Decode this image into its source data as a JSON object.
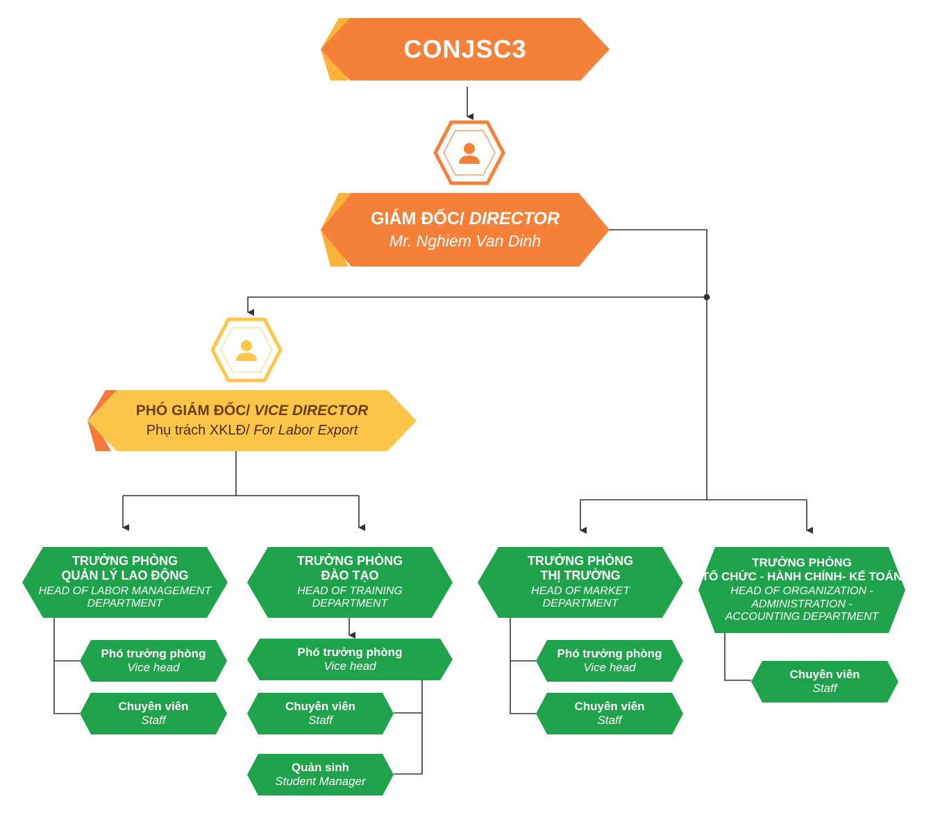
{
  "company": {
    "name": "CONJSC3"
  },
  "colors": {
    "orange": "#f58138",
    "orange_dark": "#e8661f",
    "orange_accent": "#fbb33c",
    "yellow": "#fcc64a",
    "yellow_accent": "#f37a3a",
    "green": "#1ea24a",
    "line": "#333333"
  },
  "director": {
    "icon": "user-icon",
    "title_vi": "GIÁM ĐỐC/",
    "title_en": "DIRECTOR",
    "name": "Mr. Nghiem Van Dinh"
  },
  "vice_director": {
    "icon": "user-icon",
    "title_vi": "PHÓ GIÁM ĐỐC/",
    "title_en": "VICE DIRECTOR",
    "duty_vi": "Phụ trách XKLĐ/",
    "duty_en": "For Labor Export"
  },
  "departments": [
    {
      "title_vi_1": "TRƯỞNG PHÒNG",
      "title_vi_2": "QUẢN LÝ LAO ĐỘNG",
      "title_en_1": "HEAD OF LABOR MANAGEMENT",
      "title_en_2": "DEPARTMENT",
      "subs": [
        {
          "vi": "Phó trưởng phòng",
          "en": "Vice head"
        },
        {
          "vi": "Chuyên viên",
          "en": "Staff"
        }
      ]
    },
    {
      "title_vi_1": "TRƯỞNG PHÒNG",
      "title_vi_2": "ĐÀO TẠO",
      "title_en_1": "HEAD OF TRAINING",
      "title_en_2": "DEPARTMENT",
      "subs": [
        {
          "vi": "Phó trưởng phòng",
          "en": "Vice head"
        },
        {
          "vi": "Chuyên viên",
          "en": "Staff"
        },
        {
          "vi": "Quản sinh",
          "en": "Student Manager"
        }
      ]
    },
    {
      "title_vi_1": "TRƯỞNG PHÒNG",
      "title_vi_2": "THỊ TRƯỜNG",
      "title_en_1": "HEAD OF MARKET",
      "title_en_2": "DEPARTMENT",
      "subs": [
        {
          "vi": "Phó trưởng phòng",
          "en": "Vice head"
        },
        {
          "vi": "Chuyên viên",
          "en": "Staff"
        }
      ]
    },
    {
      "title_vi_1": "TRƯỞNG PHÒNG",
      "title_vi_2": "TỔ CHỨC - HÀNH CHÍNH- KẾ TOÁN",
      "title_en_1": "HEAD OF ORGANIZATION -",
      "title_en_2": "ADMINISTRATION -",
      "title_en_3": "ACCOUNTING DEPARTMENT",
      "subs": [
        {
          "vi": "Chuyên viên",
          "en": "Staff"
        }
      ]
    }
  ]
}
